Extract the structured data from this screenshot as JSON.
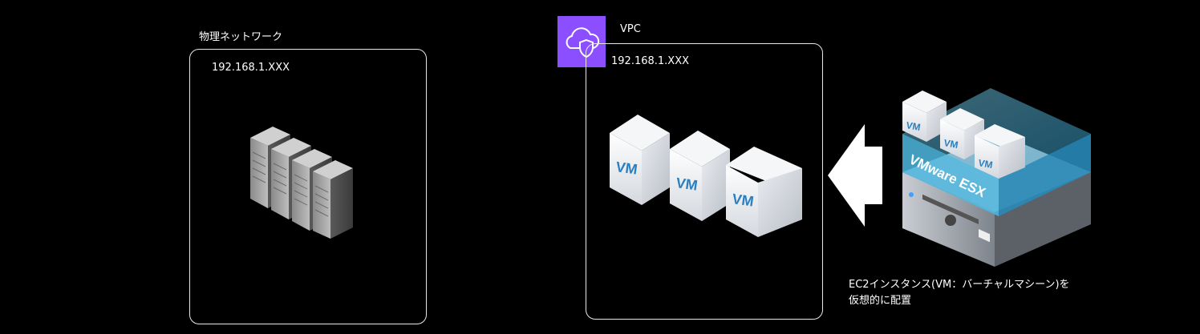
{
  "physical": {
    "title": "物理ネットワーク",
    "cidr": "192.168.1.XXX"
  },
  "vpc": {
    "title": "VPC",
    "cidr": "192.168.1.XXX",
    "vm_labels": [
      "VM",
      "VM",
      "VM"
    ]
  },
  "esx": {
    "product_label": "VMware ESX",
    "vm_labels": [
      "VM",
      "VM",
      "VM"
    ],
    "caption_line1": "EC2インスタンス(VM：バーチャルマシーン)を",
    "caption_line2": "仮想的に配置"
  },
  "colors": {
    "background": "#000000",
    "vpc_badge": "#8c4fff",
    "vm_text": "#2a7fc0",
    "esx_glass": "#4fb8e0"
  }
}
